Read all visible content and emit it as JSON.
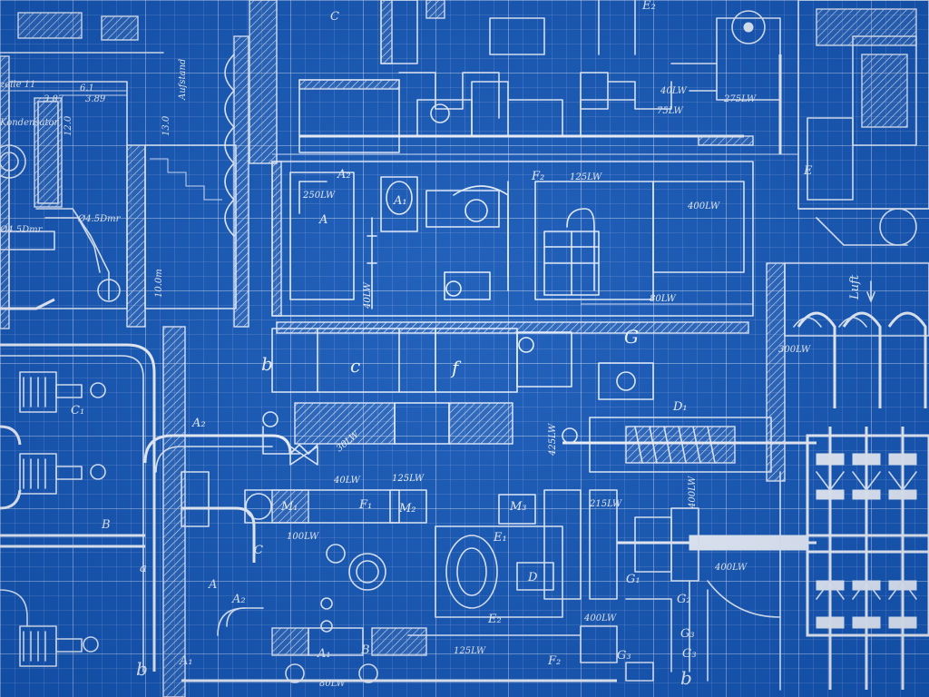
{
  "labels": {
    "kondensator": "Kondensator",
    "zeile11": "zeile 11",
    "vert_13": "13.0",
    "vert_aufstand": "Aufstand",
    "dim_387": "3.87",
    "dim_389": "3.89",
    "dim_61": "6.1",
    "dim_120": "12.0",
    "pipe_dmr": "Ø4.5Dmr",
    "pipe_dmr2": "Ø4.5Dmr",
    "vert_10m": "10.0m",
    "C": "C",
    "E2_top": "E₂",
    "A2_mid": "A₂",
    "lw_250": "250LW",
    "A_mid": "A",
    "A1_mid": "A₁",
    "F2": "F₂",
    "lw_125_top": "125LW",
    "lw_400_mid": "400LW",
    "lw_80": "80LW",
    "lw_40_vert": "40LW",
    "lw_40_top": "40LW",
    "lw_275": "275LW",
    "lw_75": "75LW",
    "b_mid": "b",
    "c_mid": "c",
    "f_mid": "f",
    "G": "G",
    "E_right": "E",
    "luft": "Luft",
    "lw_300": "300LW",
    "D1": "D₁",
    "C1": "C₁",
    "B_left": "B",
    "A2_low": "A₂",
    "lw_30": "30LW",
    "lw_40_low": "40LW",
    "lw_125_low": "125LW",
    "M1": "M₁",
    "F1": "F₁",
    "M2": "M₂",
    "M3": "M₃",
    "lw_100": "100LW",
    "lw_400_low": "400LW",
    "E1": "E₁",
    "D": "D",
    "E2_low": "E₂",
    "lw_215": "215LW",
    "lw_425": "425LW",
    "lw_400_vert": "400LW",
    "C_low": "C",
    "G1": "G₁",
    "G2": "G₂",
    "A_low": "A",
    "A2_bottom": "A₂",
    "a_left": "a",
    "b_left": "b",
    "A1_bottom": "A₁",
    "B_bottom": "B",
    "lw_80_bottom": "80LW",
    "A1_b2": "A₁",
    "lw_125_bottom": "125LW",
    "F2_bottom": "F₂",
    "G3": "G₃",
    "G3b": "G₃",
    "b_bottom": "b",
    "lw_400_bottom": "400LW",
    "G_small": "G₃"
  },
  "colors": {
    "paper": "#1659b8",
    "ink": "#e8f1ff"
  }
}
